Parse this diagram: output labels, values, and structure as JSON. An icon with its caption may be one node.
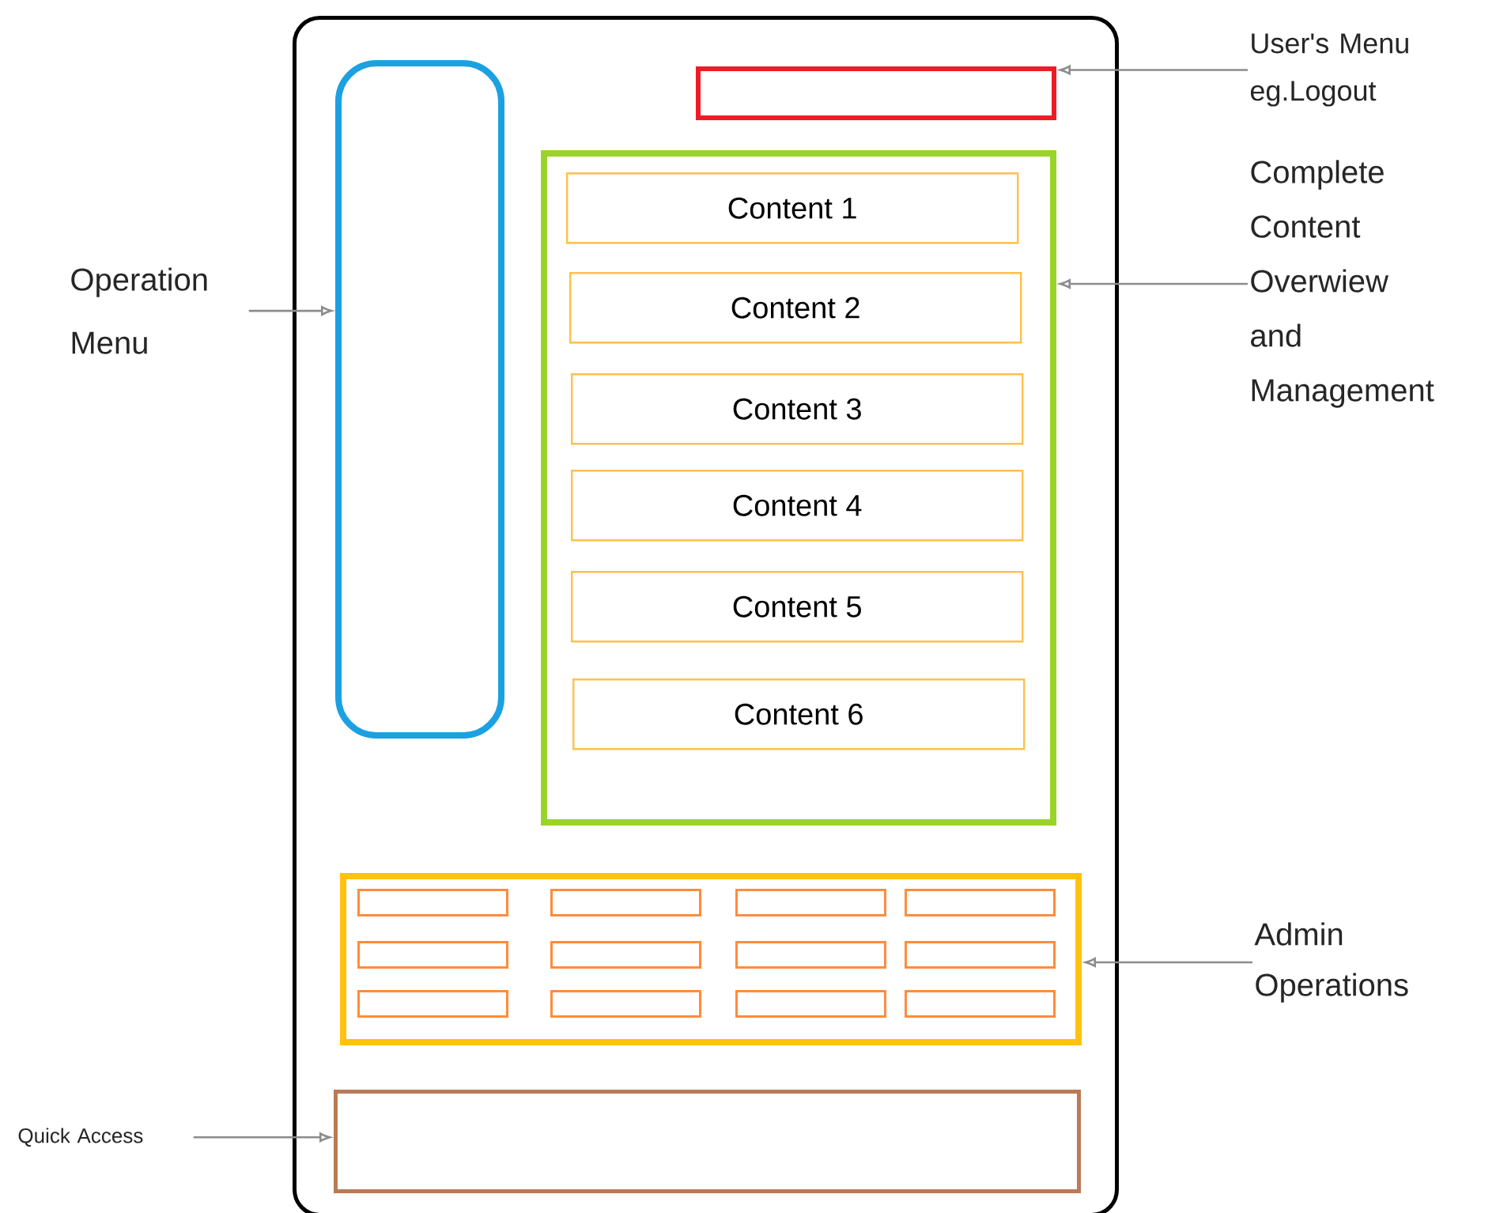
{
  "diagram": {
    "nodes": [
      {
        "text": [],
        "shape": "box"
      },
      {
        "text": [],
        "shape": "box",
        "in": 0
      },
      {
        "text": [],
        "shape": "box",
        "in": 0
      },
      {
        "text": [],
        "shape": "box",
        "in": 0
      },
      {
        "text": [
          "Content 1"
        ],
        "in": 3
      },
      {
        "text": [
          "Content 2"
        ],
        "in": 3
      },
      {
        "text": [
          "Content 3"
        ],
        "in": 3
      },
      {
        "text": [
          "Content 4"
        ],
        "in": 3
      },
      {
        "text": [
          "Content 5"
        ],
        "in": 3
      },
      {
        "text": [
          "Content 6"
        ],
        "in": 3
      },
      {
        "text": [],
        "shape": "box",
        "in": 0
      },
      {
        "text": [],
        "shape": "box",
        "in": 10
      },
      {
        "text": [],
        "shape": "box",
        "in": 10
      },
      {
        "text": [],
        "shape": "box",
        "in": 10
      },
      {
        "text": [],
        "shape": "box",
        "in": 10
      },
      {
        "text": [],
        "shape": "box",
        "in": 10
      },
      {
        "text": [],
        "shape": "box",
        "in": 10
      },
      {
        "text": [],
        "shape": "box",
        "in": 10
      },
      {
        "text": [],
        "shape": "box",
        "in": 10
      },
      {
        "text": [],
        "shape": "box",
        "in": 10
      },
      {
        "text": [],
        "shape": "box",
        "in": 10
      },
      {
        "text": [],
        "shape": "box",
        "in": 10
      },
      {
        "text": [],
        "shape": "box",
        "in": 10
      },
      {
        "text": [],
        "shape": "box",
        "in": 0
      },
      {
        "text": [
          "Operation Menu"
        ]
      },
      {
        "text": [
          "User's Menu eg.Logout"
        ]
      },
      {
        "text": [
          "Complete Content Overwiew and Management"
        ]
      },
      {
        "text": [
          "Admin Operations"
        ]
      },
      {
        "text": [
          "Quick Access"
        ]
      }
    ],
    "edges": [
      {
        "from": 24,
        "to": 1,
        "arrow": "to"
      },
      {
        "from": 25,
        "to": 2,
        "arrow": "to"
      },
      {
        "from": 26,
        "to": 3,
        "arrow": "to"
      },
      {
        "from": 27,
        "to": 10,
        "arrow": "to"
      },
      {
        "from": 28,
        "to": 23,
        "arrow": "to"
      }
    ]
  }
}
